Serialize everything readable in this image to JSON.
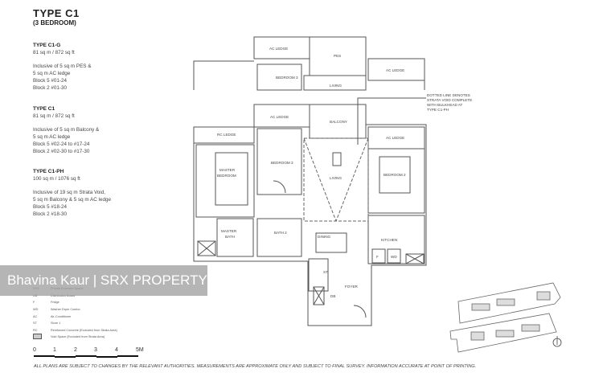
{
  "title": "TYPE  C1",
  "subtitle": "(3 BEDROOM)",
  "types": [
    {
      "name": "TYPE C1-G",
      "area": "81 sq m / 872 sq ft",
      "lines": [
        "Inclusive of 5 sq m PES &",
        "5 sq m AC ledge",
        "Block 5 #01-24",
        "Block 2 #01-30"
      ]
    },
    {
      "name": "TYPE C1",
      "area": "81 sq m / 872 sq ft",
      "lines": [
        "Inclusive of 5 sq m Balcony &",
        "5 sq m AC ledge",
        "Block 5 #02-24 to #17-24",
        "Block 2 #02-30 to #17-30"
      ]
    },
    {
      "name": "TYPE C1-PH",
      "area": "100 sq m / 1076 sq ft",
      "lines": [
        "Inclusive of 19 sq m Strata Void,",
        "5 sq m Balcony & 5 sq m AC ledge",
        "Block 5 #18-24",
        "Block 2 #18-30"
      ]
    }
  ],
  "watermark": "Bhavina Kaur | SRX PROPERTY",
  "legend": [
    {
      "key": "PES",
      "desc": "Private Enclosed Space"
    },
    {
      "key": "DB",
      "desc": "Distribution Board"
    },
    {
      "key": "F",
      "desc": "Fridge"
    },
    {
      "key": "WD",
      "desc": "Washer Dryer Combo"
    },
    {
      "key": "AC",
      "desc": "Air-Conditioner"
    },
    {
      "key": "ST",
      "desc": "Store 1"
    },
    {
      "key": "RC",
      "desc": "Reinforced Concrete (Excluded from Strata Area)"
    },
    {
      "key": "",
      "desc": "Void Space (Excluded from Strata Area)"
    }
  ],
  "scale": {
    "labels": [
      "0",
      "1",
      "2",
      "3",
      "4",
      "5M"
    ]
  },
  "note": [
    "DOTTED LINE DENOTES",
    "STRATA VOID COMPLETE",
    "WITH BULKHEAD AT",
    "TYPE C1-PH"
  ],
  "rooms": {
    "upper": {
      "ac1": "AC LEDGE",
      "pes": "PES",
      "ac2": "AC LEDGE",
      "bed3": "BEDROOM 3",
      "living": "LIVING"
    },
    "lower": {
      "ac1": "AC LEDGE",
      "balcony": "BALCONY",
      "rc": "RC LEDGE",
      "ac2": "AC LEDGE",
      "master1": "MASTER",
      "master2": "BEDROOM",
      "bed3": "BEDROOM 3",
      "living": "LIVING",
      "bed2": "BEDROOM 2",
      "mbath1": "MASTER",
      "mbath2": "BATH",
      "bath2": "BATH 2",
      "dining": "DINING",
      "kitchen": "KITCHEN",
      "foyer": "FOYER",
      "st": "ST",
      "db": "DB",
      "f": "F",
      "wd": "WD"
    }
  },
  "footer": "ALL PLANS ARE SUBJECT TO CHANGES BY THE RELEVANT AUTHORITIES. MEASUREMENTS ARE APPROXIMATE ONLY AND SUBJECT TO FINAL SURVEY. INFORMATION ACCURATE AT POINT OF PRINTING."
}
